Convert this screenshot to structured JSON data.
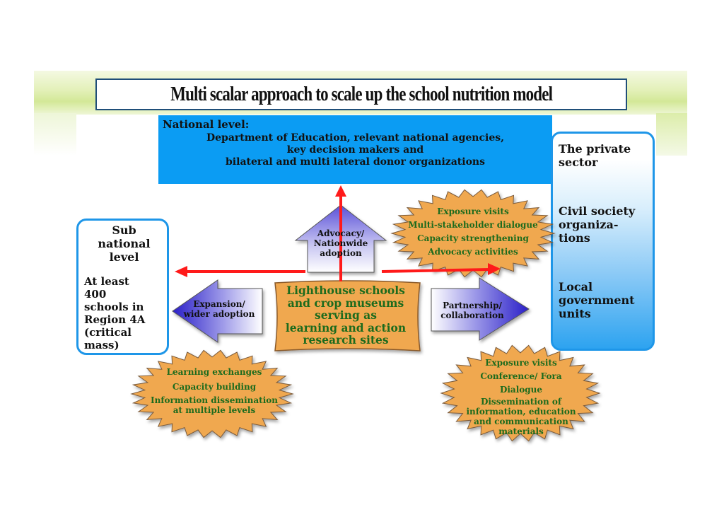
{
  "title": "Multi scalar approach to scale up the school nutrition model",
  "national": {
    "heading": "National level:",
    "lines": [
      "Department of Education, relevant national agencies,",
      "key decision makers and",
      "bilateral and multi lateral donor organizations"
    ]
  },
  "sub_national": {
    "heading": [
      "Sub",
      "national",
      "level"
    ],
    "detail": [
      "At least",
      "400",
      "schools in",
      "Region 4A",
      "(critical",
      "mass)"
    ]
  },
  "right_box": {
    "items": [
      {
        "lines": [
          "The private",
          "sector"
        ]
      },
      {
        "lines": [
          "Civil society",
          "organiza-",
          "tions"
        ]
      },
      {
        "lines": [
          "Local",
          "government",
          "units"
        ]
      }
    ]
  },
  "center": {
    "lines": [
      "Lighthouse schools",
      "and crop museums",
      "serving as",
      "learning and action",
      "research sites"
    ]
  },
  "arrows": {
    "up": [
      "Advocacy/",
      "Nationwide",
      "adoption"
    ],
    "left": [
      "Expansion/",
      "wider adoption"
    ],
    "right": [
      "Partnership/",
      "collaboration"
    ]
  },
  "starbursts": {
    "top_right": [
      "Exposure visits",
      "Multi-stakeholder dialogue",
      "Capacity strengthening",
      "Advocacy activities"
    ],
    "bottom_left": [
      "Learning exchanges",
      "Capacity building",
      "Information dissemination",
      "at multiple levels"
    ],
    "bottom_right": [
      "Exposure visits",
      "Conference/ Fora",
      "Dialogue",
      "Dissemination of",
      "information, education",
      "and communication",
      "materials"
    ]
  },
  "colors": {
    "national_fill": "#0b9cf3",
    "box_border": "#1e96e8",
    "starburst_fill": "#f0a850",
    "text_green": "#1d6b1d",
    "red_arrow": "#ff1a1a",
    "arrow_blue": "#3a2fd0"
  }
}
